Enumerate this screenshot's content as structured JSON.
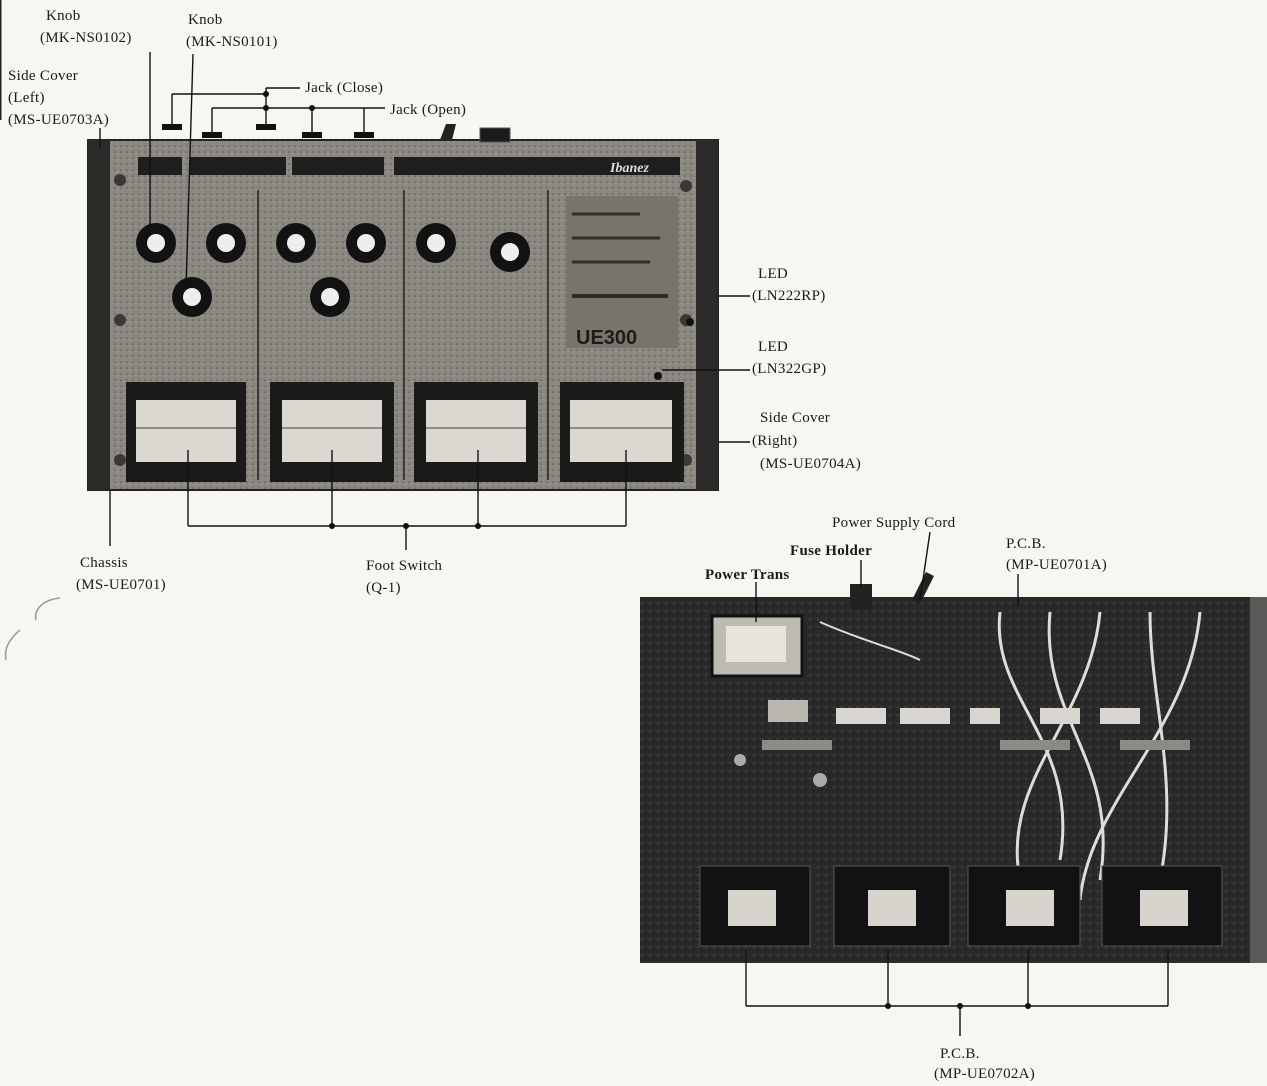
{
  "top_unit": {
    "labels": {
      "knob_left_title": "Knob",
      "knob_left_part": "(MK-NS0102)",
      "knob_right_title": "Knob",
      "knob_right_part": "(MK-NS0101)",
      "side_cover_left_title": "Side Cover",
      "side_cover_left_side": "(Left)",
      "side_cover_left_part": "(MS-UE0703A)",
      "jack_close": "Jack (Close)",
      "jack_open": "Jack (Open)",
      "led_red_title": "LED",
      "led_red_part": "(LN222RP)",
      "led_green_title": "LED",
      "led_green_part": "(LN322GP)",
      "side_cover_right_title": "Side Cover",
      "side_cover_right_side": "(Right)",
      "side_cover_right_part": "(MS-UE0704A)",
      "chassis_title": "Chassis",
      "chassis_part": "(MS-UE0701)",
      "foot_switch_title": "Foot Switch",
      "foot_switch_part": "(Q-1)"
    },
    "panel": {
      "brand": "Ibanez",
      "model": "UE300"
    }
  },
  "bottom_unit": {
    "labels": {
      "power_supply_cord": "Power Supply Cord",
      "fuse_holder": "Fuse Holder",
      "power_trans": "Power Trans",
      "pcb_top_title": "P.C.B.",
      "pcb_top_part": "(MP-UE0701A)",
      "pcb_bottom_title": "P.C.B.",
      "pcb_bottom_part": "(MP-UE0702A)"
    }
  }
}
